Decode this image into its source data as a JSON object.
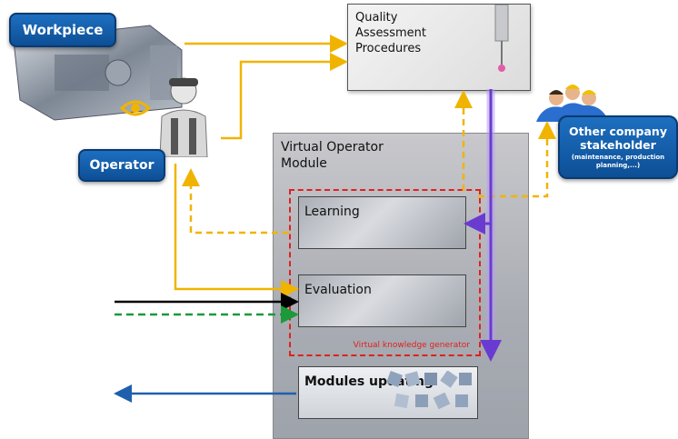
{
  "workpiece": {
    "label": "Workpiece"
  },
  "operator": {
    "label": "Operator"
  },
  "quality": {
    "label": "Quality\nAssessment\nProcedures"
  },
  "stakeholder": {
    "title": "Other company stakeholder",
    "subtitle": "(maintenance, production planning,...)"
  },
  "module": {
    "title": "Virtual Operator\nModule",
    "learning": "Learning",
    "evaluation": "Evaluation",
    "generator": "Virtual knowledge generator",
    "updating": "Modules updating"
  },
  "colors": {
    "yellow_arrow": "#f0b400",
    "black_arrow": "#000000",
    "green_arrow": "#1a9a3a",
    "blue_arrow": "#1f5fae",
    "purple_flow": "#6a3bd0",
    "red_dash": "#e02020",
    "badge_blue": "#1565c0"
  },
  "icons": [
    "eye-icon",
    "people-icon",
    "workpiece-image",
    "operator-figure"
  ]
}
